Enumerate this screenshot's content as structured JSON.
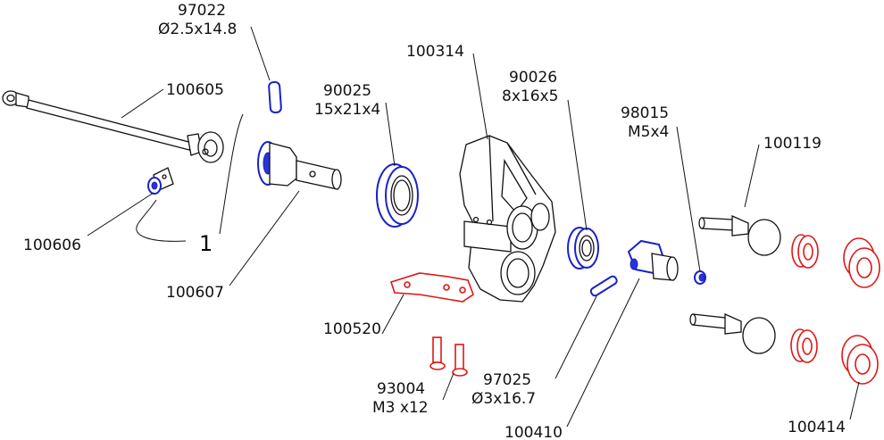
{
  "parts": {
    "p97022": {
      "num": "97022",
      "size": "Ø2.5x14.8"
    },
    "p100605": {
      "num": "100605"
    },
    "p100606": {
      "num": "100606"
    },
    "p100607": {
      "num": "100607"
    },
    "p90025": {
      "num": "90025",
      "size": "15x21x4"
    },
    "p100314": {
      "num": "100314"
    },
    "p90026": {
      "num": "90026",
      "size": "8x16x5"
    },
    "p98015": {
      "num": "98015",
      "size": "M5x4"
    },
    "p100119": {
      "num": "100119"
    },
    "p100520": {
      "num": "100520"
    },
    "p93004": {
      "num": "93004",
      "size": "M3 x12"
    },
    "p97025": {
      "num": "97025",
      "size": "Ø3x16.7"
    },
    "p100410": {
      "num": "100410"
    },
    "p100414": {
      "num": "100414"
    }
  },
  "callout": {
    "ref": "1"
  },
  "colors": {
    "line": "#111111",
    "blue": "#1a22c8",
    "red": "#e01515"
  }
}
